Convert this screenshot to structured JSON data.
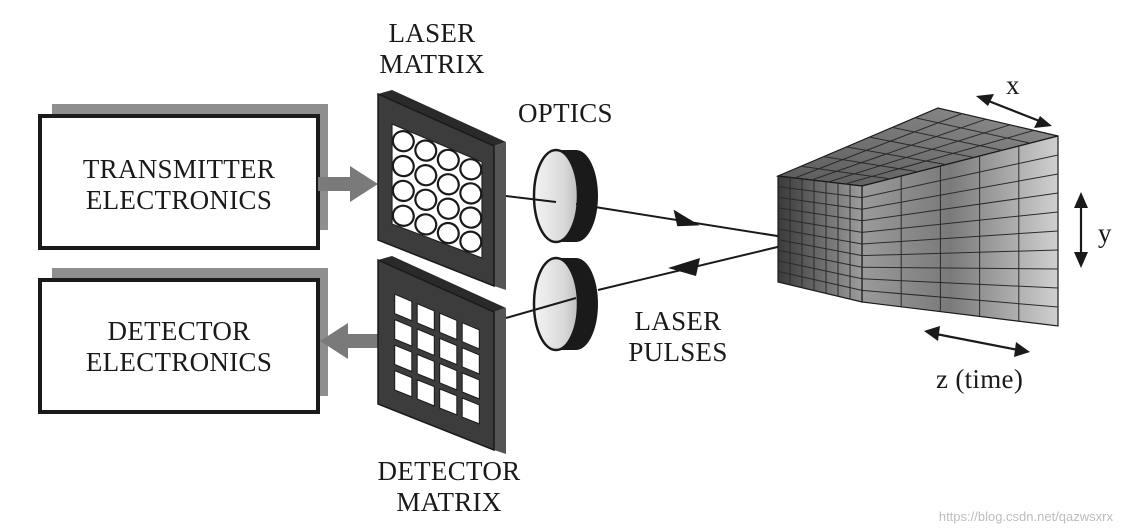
{
  "labels": {
    "laser_matrix": "LASER\nMATRIX",
    "optics": "OPTICS",
    "transmitter_electronics": "TRANSMITTER\nELECTRONICS",
    "detector_electronics": "DETECTOR\nELECTRONICS",
    "laser_pulses": "LASER\nPULSES",
    "detector_matrix": "DETECTOR\nMATRIX",
    "x_axis": "x",
    "y_axis": "y",
    "z_axis": "z (time)"
  },
  "watermark": "https://blog.csdn.net/qazwsxrx",
  "colors": {
    "line": "#1a1a1a",
    "frame_dark": "#3a3a3a",
    "shadow": "#8a8a8a",
    "lens_face": "#e2e2e2",
    "voxel_dark": "#383838",
    "voxel_light": "#c8c8c8"
  },
  "icons": {
    "arrow_to_laser_matrix": "thick-right-arrow",
    "arrow_to_detector_electronics": "thick-left-arrow"
  }
}
